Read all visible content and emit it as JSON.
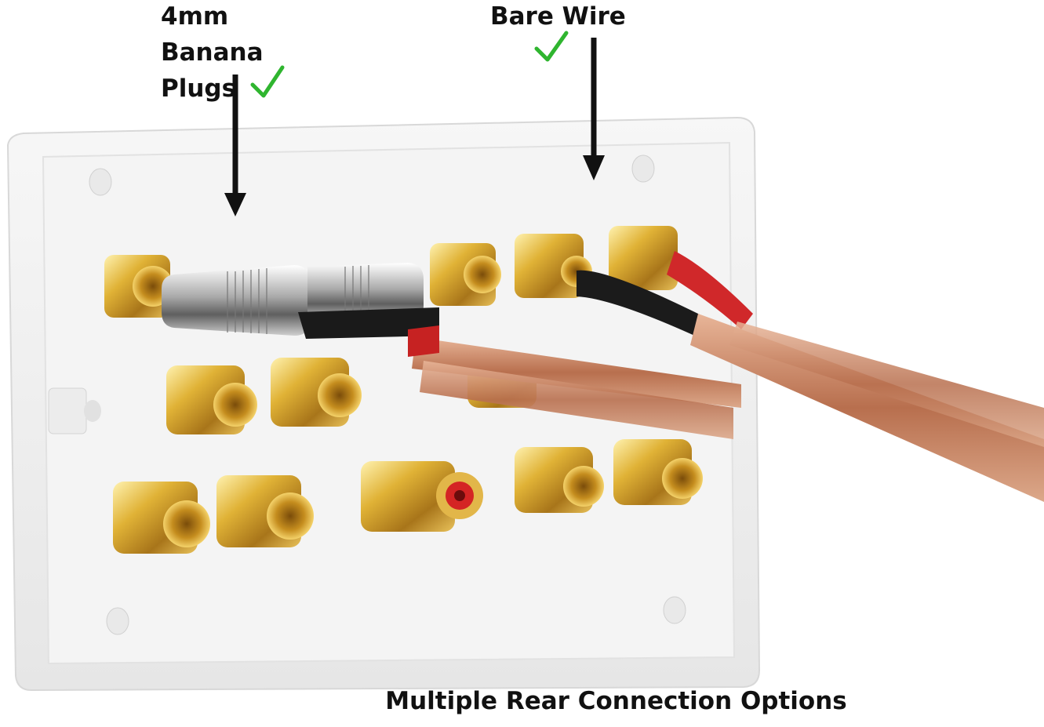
{
  "labels": {
    "banana_line1": "4mm",
    "banana_line2": "Banana",
    "banana_line3": "Plugs",
    "bare_wire": "Bare Wire"
  },
  "caption": "Multiple Rear Connection Options",
  "colors": {
    "plate": "#f2f2f2",
    "gold": "#d9a92a",
    "copper": "#c98a6a",
    "check": "#2fb52f",
    "arrow": "#111111",
    "rca_red": "#d42424"
  }
}
